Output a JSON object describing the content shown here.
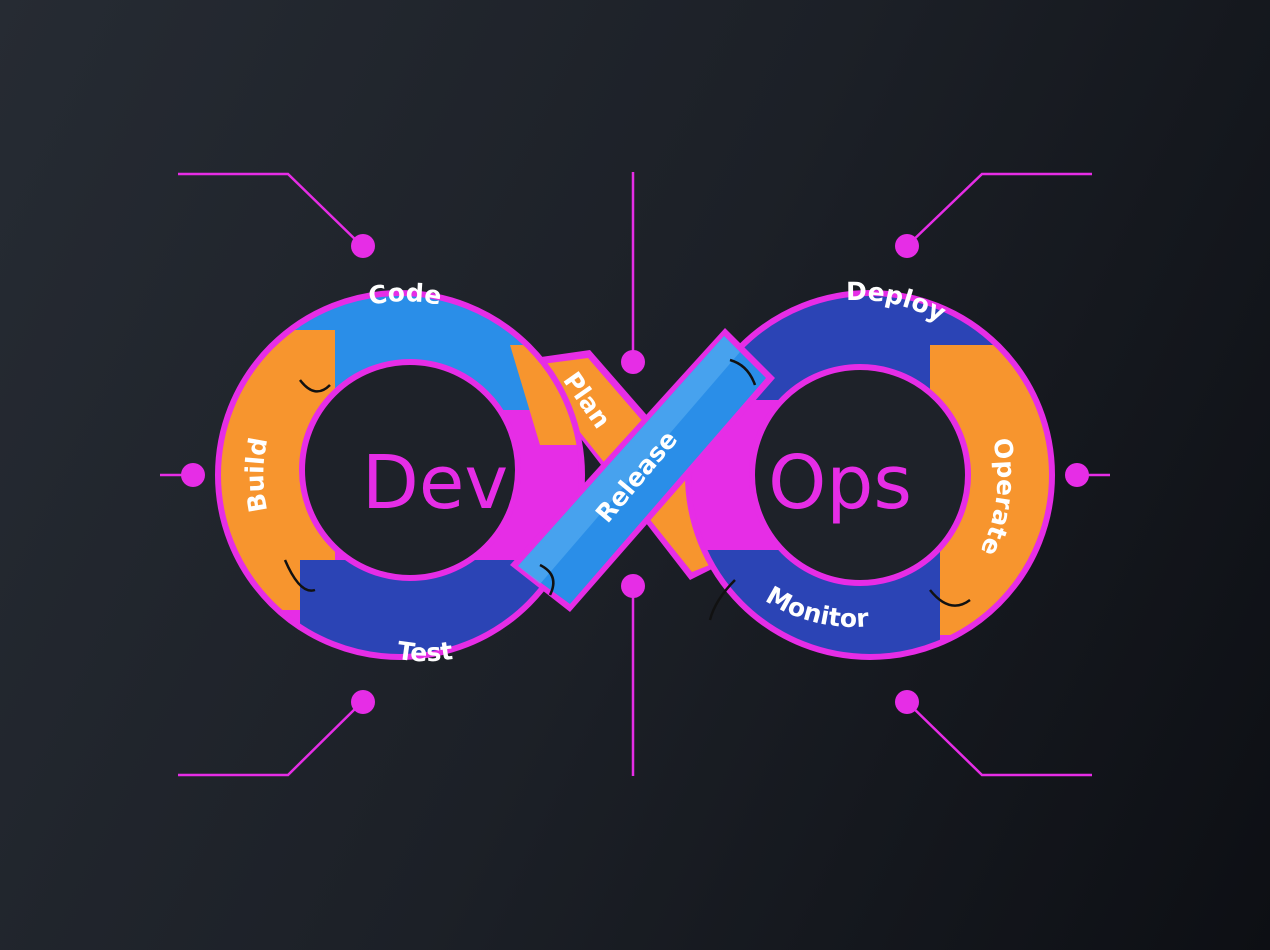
{
  "title": {
    "left": "Dev",
    "right": "Ops"
  },
  "stages": {
    "plan": "Plan",
    "code": "Code",
    "build": "Build",
    "test": "Test",
    "release": "Release",
    "deploy": "Deploy",
    "operate": "Operate",
    "monitor": "Monitor"
  },
  "colors": {
    "accent": "#e62de6",
    "light_blue": "#2a8ee8",
    "dark_blue": "#2b44b5",
    "orange": "#f7952e"
  }
}
